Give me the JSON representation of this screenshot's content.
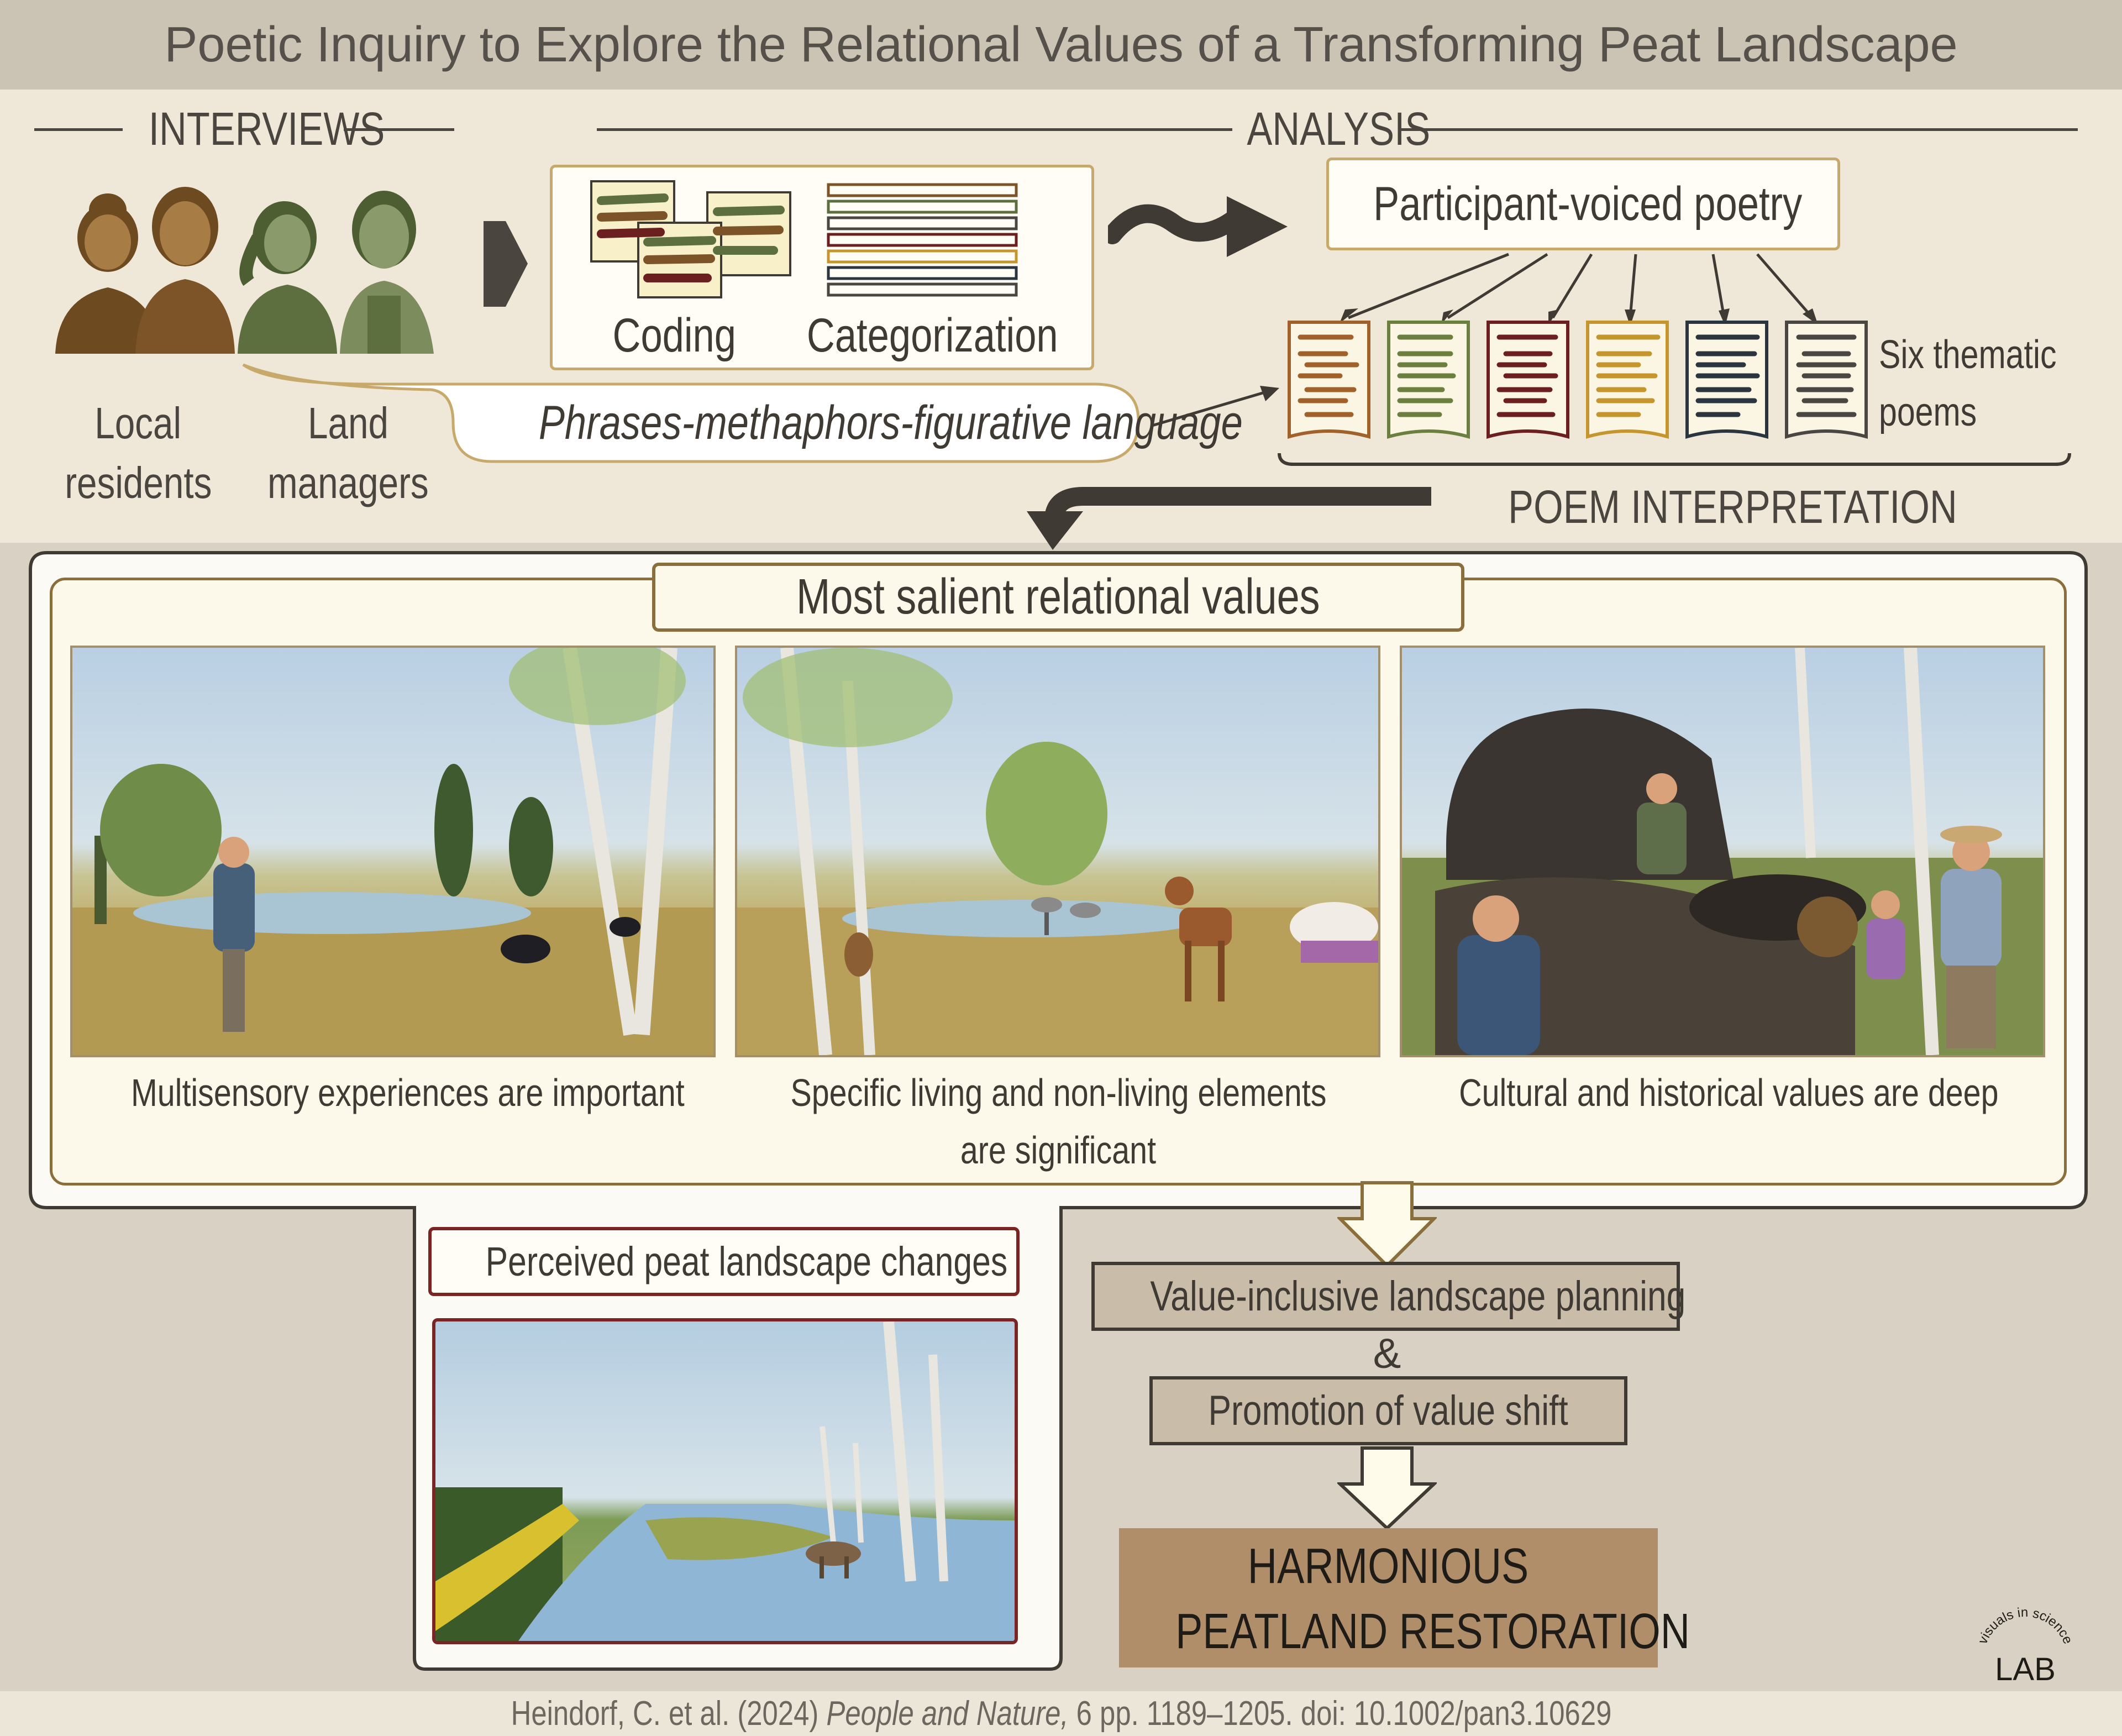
{
  "title": "Poetic Inquiry to Explore the Relational Values of a Transforming Peat Landscape",
  "sections": {
    "interviews": "INTERVIEWS",
    "analysis": "ANALYSIS"
  },
  "participants": {
    "local_residents": [
      "Local",
      "residents"
    ],
    "land_managers": [
      "Land",
      "managers"
    ]
  },
  "speech_bubble": "Phrases-methaphors-figurative language",
  "analysis_steps": {
    "coding": "Coding",
    "categorization": "Categorization"
  },
  "poetry_box": "Participant-voiced poetry",
  "poems": {
    "label": [
      "Six thematic",
      "poems"
    ],
    "colors": [
      "#a0622a",
      "#6b7f3e",
      "#6b1f1f",
      "#c6962e",
      "#2a3540",
      "#4a4642"
    ]
  },
  "poem_interpretation": "POEM INTERPRETATION",
  "salient": {
    "title": "Most salient relational values",
    "captions": [
      [
        "Multisensory experiences are important"
      ],
      [
        "Specific living and  non-living elements",
        "are significant"
      ],
      [
        "Cultural and historical values are deep"
      ]
    ]
  },
  "perceived_changes": "Perceived peat landscape changes",
  "outcomes": {
    "planning": "Value-inclusive landscape planning",
    "amp": "&",
    "shift": "Promotion of value shift",
    "result": [
      "HARMONIOUS",
      "PEATLAND RESTORATION"
    ]
  },
  "logo": {
    "top": "visuals in science",
    "main": "LAB"
  },
  "citation": {
    "before": "Heindorf, C. et al. (2024) ",
    "journal": "People and Nature,",
    "after": " 6 pp. 1189–1205. doi: 10.1002/pan3.10629"
  },
  "colors": {
    "brown": "#7d5427",
    "green": "#5d6e3f",
    "gold": "#c7aa6b",
    "dark": "#3f3a33"
  }
}
